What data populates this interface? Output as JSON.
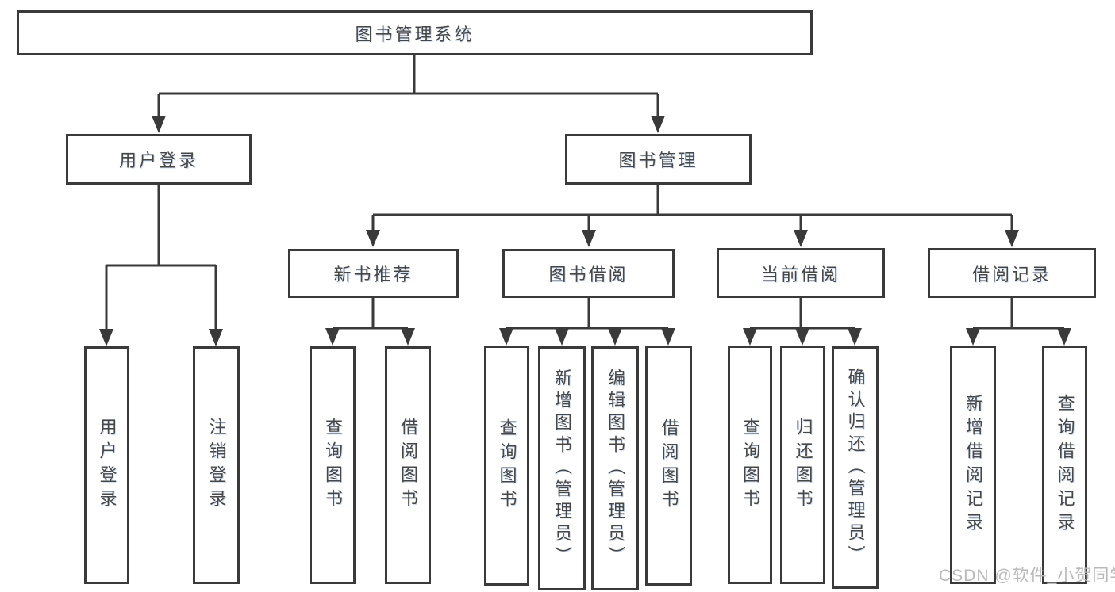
{
  "colors": {
    "line": "#3a3a3a",
    "box_border": "#3a3a3a",
    "text": "#474747",
    "watermark": "#b9b9b9",
    "background": "#ffffff"
  },
  "tree": {
    "root": {
      "label": "图书管理系统"
    },
    "branches": [
      {
        "label": "用户登录",
        "children": [
          {
            "label": "用户登录"
          },
          {
            "label": "注销登录"
          }
        ]
      },
      {
        "label": "图书管理",
        "children": [
          {
            "label": "新书推荐",
            "children": [
              {
                "label": "查询图书"
              },
              {
                "label": "借阅图书"
              }
            ]
          },
          {
            "label": "图书借阅",
            "children": [
              {
                "label": "查询图书"
              },
              {
                "label": "新增图书（管理员）"
              },
              {
                "label": "编辑图书（管理员）"
              },
              {
                "label": "借阅图书"
              }
            ]
          },
          {
            "label": "当前借阅",
            "children": [
              {
                "label": "查询图书"
              },
              {
                "label": "归还图书"
              },
              {
                "label": "确认归还（管理员）"
              }
            ]
          },
          {
            "label": "借阅记录",
            "children": [
              {
                "label": "新增借阅记录"
              },
              {
                "label": "查询借阅记录"
              }
            ]
          }
        ]
      }
    ]
  },
  "watermark": {
    "text": "CSDN @软件_小贺同学"
  }
}
